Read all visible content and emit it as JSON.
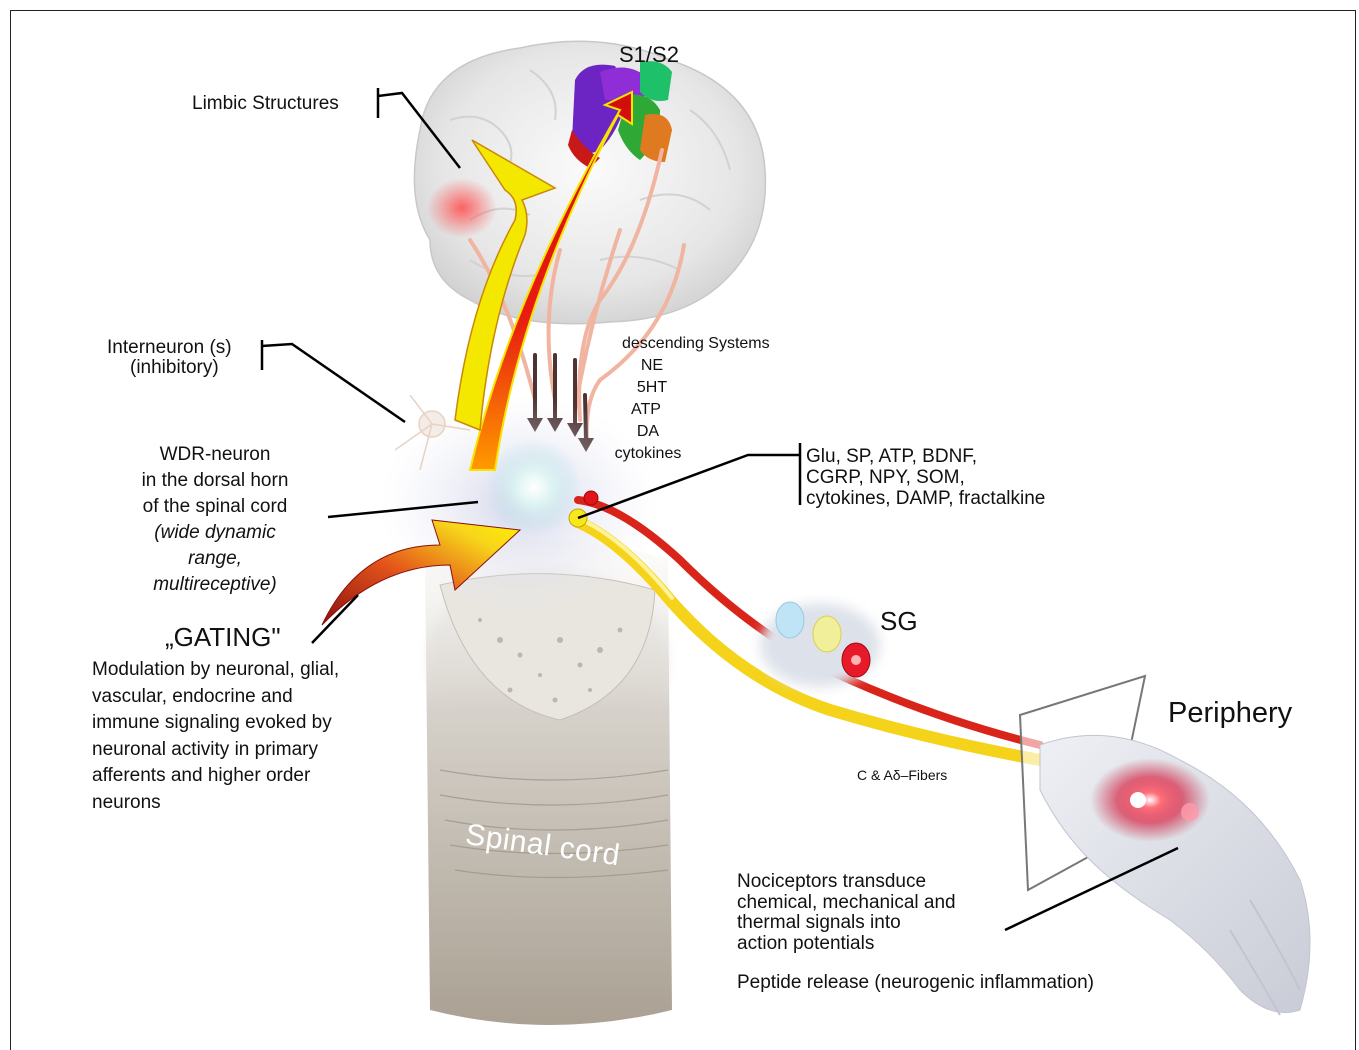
{
  "labels": {
    "s1s2": "S1/S2",
    "limbic": "Limbic Structures",
    "interneuron_1": "Interneuron  (s)",
    "interneuron_2": "(inhibitory)",
    "descending": [
      "descending  Systems",
      "NE",
      "5HT",
      "ATP",
      "DA",
      "cytokines"
    ],
    "wdr": [
      "WDR-neuron",
      "in the dorsal horn",
      "of the spinal cord"
    ],
    "wdr_italic": [
      "(wide dynamic",
      "range,",
      "multireceptive)"
    ],
    "mediators": [
      "Glu,  SP,  ATP,  BDNF,",
      "CGRP,  NPY,  SOM,",
      "cytokines,  DAMP,  fractalkine"
    ],
    "gating_title": "„GATING\"",
    "gating_text": [
      "Modulation by neuronal, glial,",
      "vascular, endocrine and",
      "immune signaling evoked by",
      "neuronal activity in primary",
      "afferents and higher order",
      "neurons"
    ],
    "sg": "SG",
    "periphery": "Periphery",
    "fibers": "C & Aδ–Fibers",
    "spinal_cord": "Spinal cord",
    "nociceptors": [
      "Nociceptors transduce",
      "chemical, mechanical and",
      "thermal signals into",
      "action potentials"
    ],
    "peptide": "Peptide release (neurogenic  inflammation)"
  },
  "colors": {
    "ascending_arrow": "#e01010",
    "limbic_arrow": "#f4e400",
    "afferent_yellow": "#f2d21a",
    "afferent_red": "#d9241a",
    "descending_tract": "#f2b3a0",
    "descending_arrow": "#4a3030"
  }
}
